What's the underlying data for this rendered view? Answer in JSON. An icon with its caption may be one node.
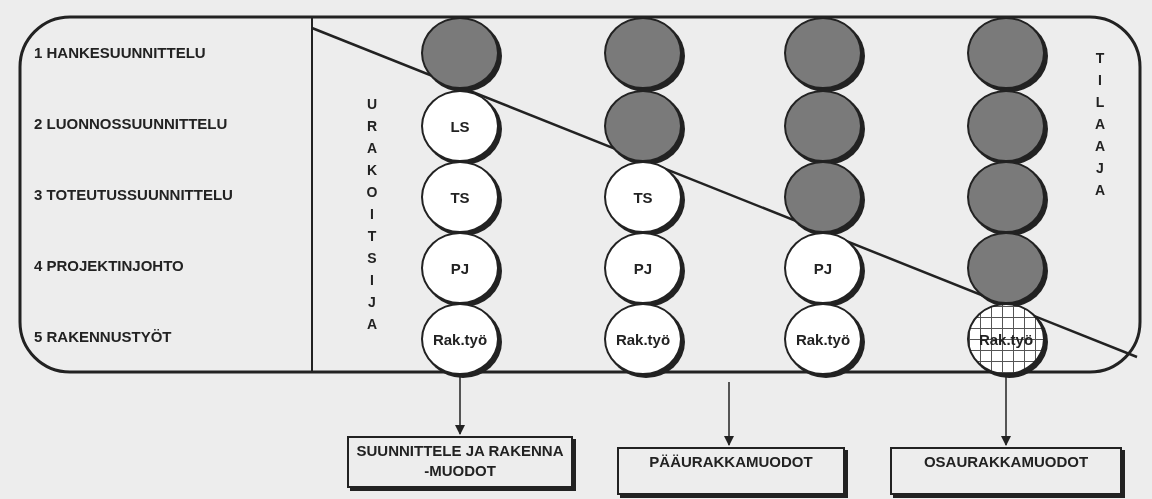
{
  "diagram": {
    "nodes": [
      {
        "text": [
          "1 HANKESUUNNITTELU"
        ]
      },
      {
        "text": [
          "2 LUONNOSSUUNNITTELU"
        ]
      },
      {
        "text": [
          "3 TOTEUTUSSUUNNITTELU"
        ]
      },
      {
        "text": [
          "4 PROJEKTINJOHTO"
        ]
      },
      {
        "text": [
          "5 RAKENNUSTYÖT"
        ]
      },
      {
        "text": [],
        "shape": "circle"
      },
      {
        "text": [
          "LS"
        ]
      },
      {
        "text": [
          "TS"
        ]
      },
      {
        "text": [
          "PJ"
        ]
      },
      {
        "text": [
          "Rak.työ"
        ]
      },
      {
        "text": [],
        "shape": "circle"
      },
      {
        "text": [],
        "shape": "circle"
      },
      {
        "text": [
          "TS"
        ]
      },
      {
        "text": [
          "PJ"
        ]
      },
      {
        "text": [
          "Rak.työ"
        ]
      },
      {
        "text": [],
        "shape": "circle"
      },
      {
        "text": [],
        "shape": "circle"
      },
      {
        "text": [],
        "shape": "circle"
      },
      {
        "text": [
          "PJ"
        ]
      },
      {
        "text": [
          "Rak.työ"
        ]
      },
      {
        "text": [],
        "shape": "circle"
      },
      {
        "text": [],
        "shape": "circle"
      },
      {
        "text": [],
        "shape": "circle"
      },
      {
        "text": [],
        "shape": "circle"
      },
      {
        "text": [
          "Rak.työ"
        ]
      },
      {
        "text": [
          "SUUNNITTELE JA RAKENNA -MUODOT"
        ]
      },
      {
        "text": [
          "PÄÄURAKKAMUODOT"
        ]
      },
      {
        "text": [
          "OSAURAKKAMUODOT"
        ]
      }
    ],
    "edges": [
      {
        "from": 9,
        "to": 25,
        "arrow": "to"
      },
      {
        "from": null,
        "to": 26,
        "arrow": "to"
      },
      {
        "from": 24,
        "to": 27,
        "arrow": "to"
      }
    ],
    "labels": [
      "URAKOITSIJA",
      "TILAAJA"
    ]
  }
}
